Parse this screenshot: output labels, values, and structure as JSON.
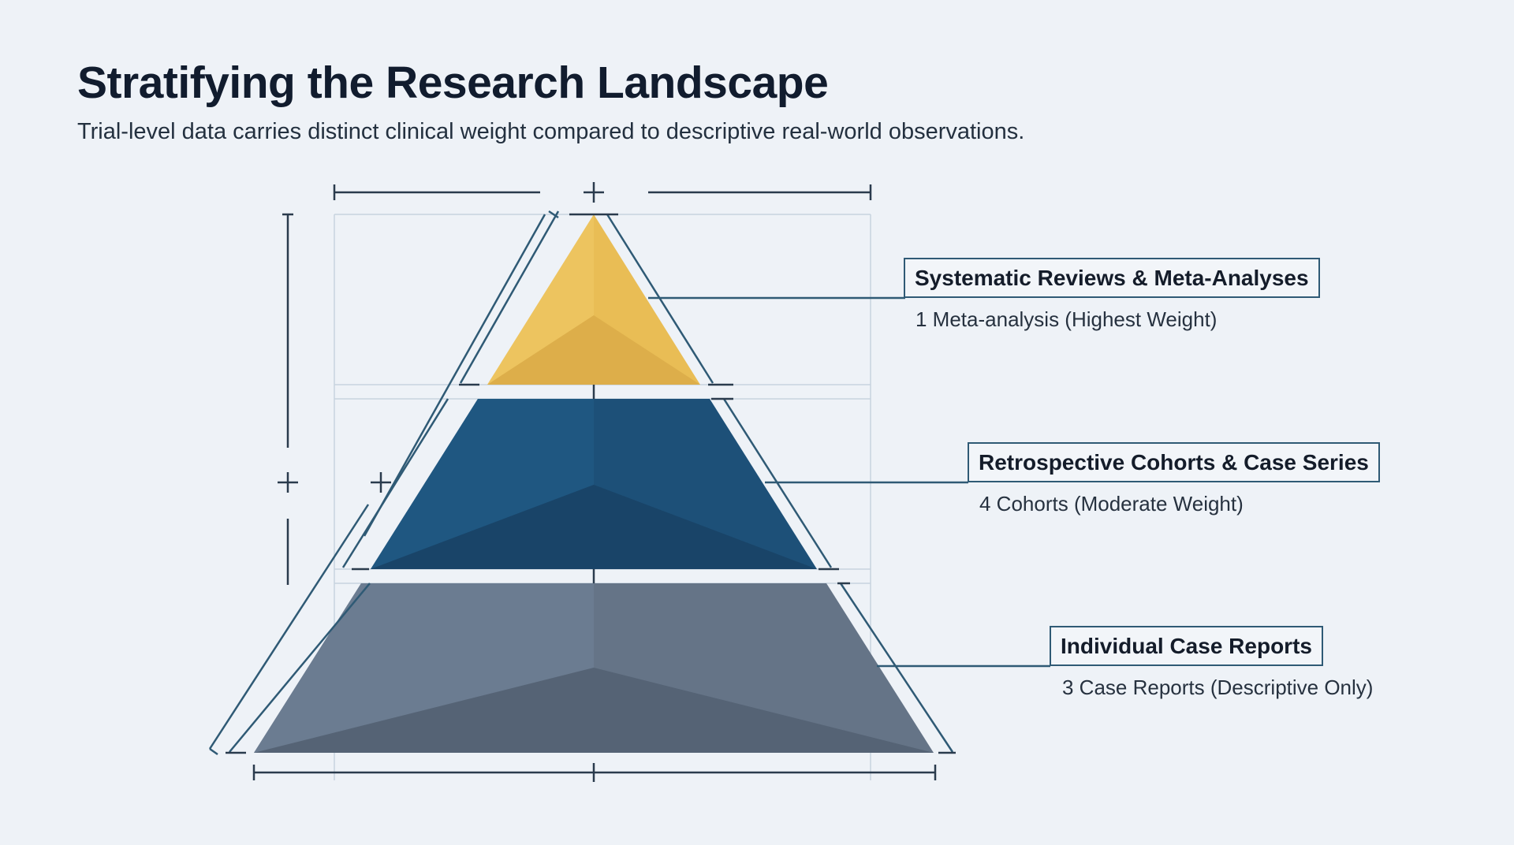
{
  "header": {
    "title": "Stratifying the Research Landscape",
    "subtitle": "Trial-level data carries distinct clinical weight compared to descriptive real-world observations."
  },
  "tiers": [
    {
      "label": "Systematic Reviews & Meta-Analyses",
      "description": "1 Meta-analysis (Highest Weight)",
      "color": "#e9bd55"
    },
    {
      "label": "Retrospective Cohorts & Case Series",
      "description": "4 Cohorts (Moderate Weight)",
      "color": "#1d5078"
    },
    {
      "label": "Individual Case Reports",
      "description": "3 Case Reports (Descriptive Only)",
      "color": "#657487"
    }
  ],
  "colors": {
    "background": "#eef2f7",
    "line": "#2f5a75",
    "guide": "#c7d3df"
  }
}
